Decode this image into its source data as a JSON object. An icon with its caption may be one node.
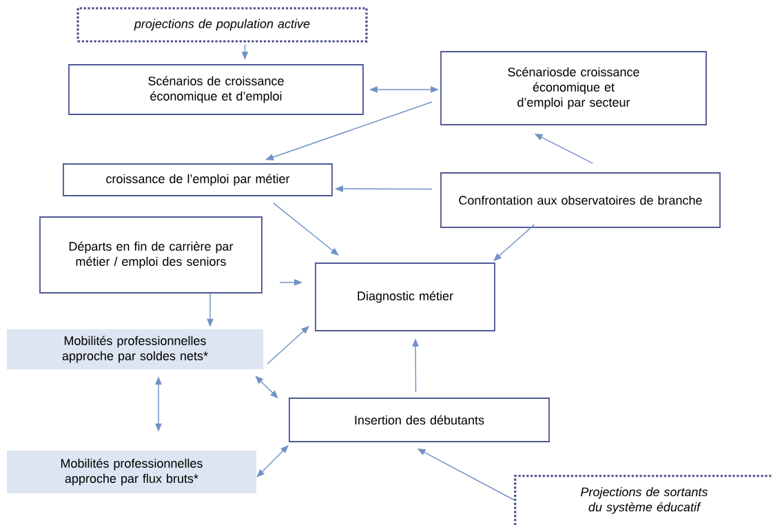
{
  "diagram": {
    "nodes": [
      {
        "text": [
          "projections de population active"
        ]
      },
      {
        "text": [
          "Scénarios de croissance économique et d’emploi"
        ]
      },
      {
        "text": [
          "Scénariosde croissance économique et d’emploi par secteur"
        ]
      },
      {
        "text": [
          "croissance de l’emploi par métier"
        ]
      },
      {
        "text": [
          "Confrontation aux observatoires de branche"
        ]
      },
      {
        "text": [
          "Départs en fin de carrière par métier / emploi des seniors"
        ]
      },
      {
        "text": [
          "Diagnostic métier"
        ]
      },
      {
        "text": [
          "Mobilités professionnelles approche par soldes nets*"
        ]
      },
      {
        "text": [
          "Insertion des débutants"
        ]
      },
      {
        "text": [
          "Mobilités professionnelles approche par flux bruts*"
        ]
      },
      {
        "text": [
          "Projections de sortants du système éducatif"
        ]
      }
    ],
    "edges": [
      {
        "from": 0,
        "to": 1,
        "arrow": "to"
      },
      {
        "from": 1,
        "to": 2,
        "arrow": "both"
      },
      {
        "from": 2,
        "to": 3,
        "arrow": "to"
      },
      {
        "from": 4,
        "to": 2,
        "arrow": "to"
      },
      {
        "from": 4,
        "to": 3,
        "arrow": "to"
      },
      {
        "from": 3,
        "to": 6,
        "arrow": "to"
      },
      {
        "from": 4,
        "to": 6,
        "arrow": "to"
      },
      {
        "from": 5,
        "to": 6,
        "arrow": "to"
      },
      {
        "from": 5,
        "to": 7,
        "arrow": "to"
      },
      {
        "from": 7,
        "to": 6,
        "arrow": "to"
      },
      {
        "from": 8,
        "to": 6,
        "arrow": "to"
      },
      {
        "from": 7,
        "to": 9,
        "arrow": "both"
      },
      {
        "from": 7,
        "to": 8,
        "arrow": "both"
      },
      {
        "from": 9,
        "to": 8,
        "arrow": "both"
      },
      {
        "from": 10,
        "to": 8,
        "arrow": "to"
      }
    ]
  }
}
